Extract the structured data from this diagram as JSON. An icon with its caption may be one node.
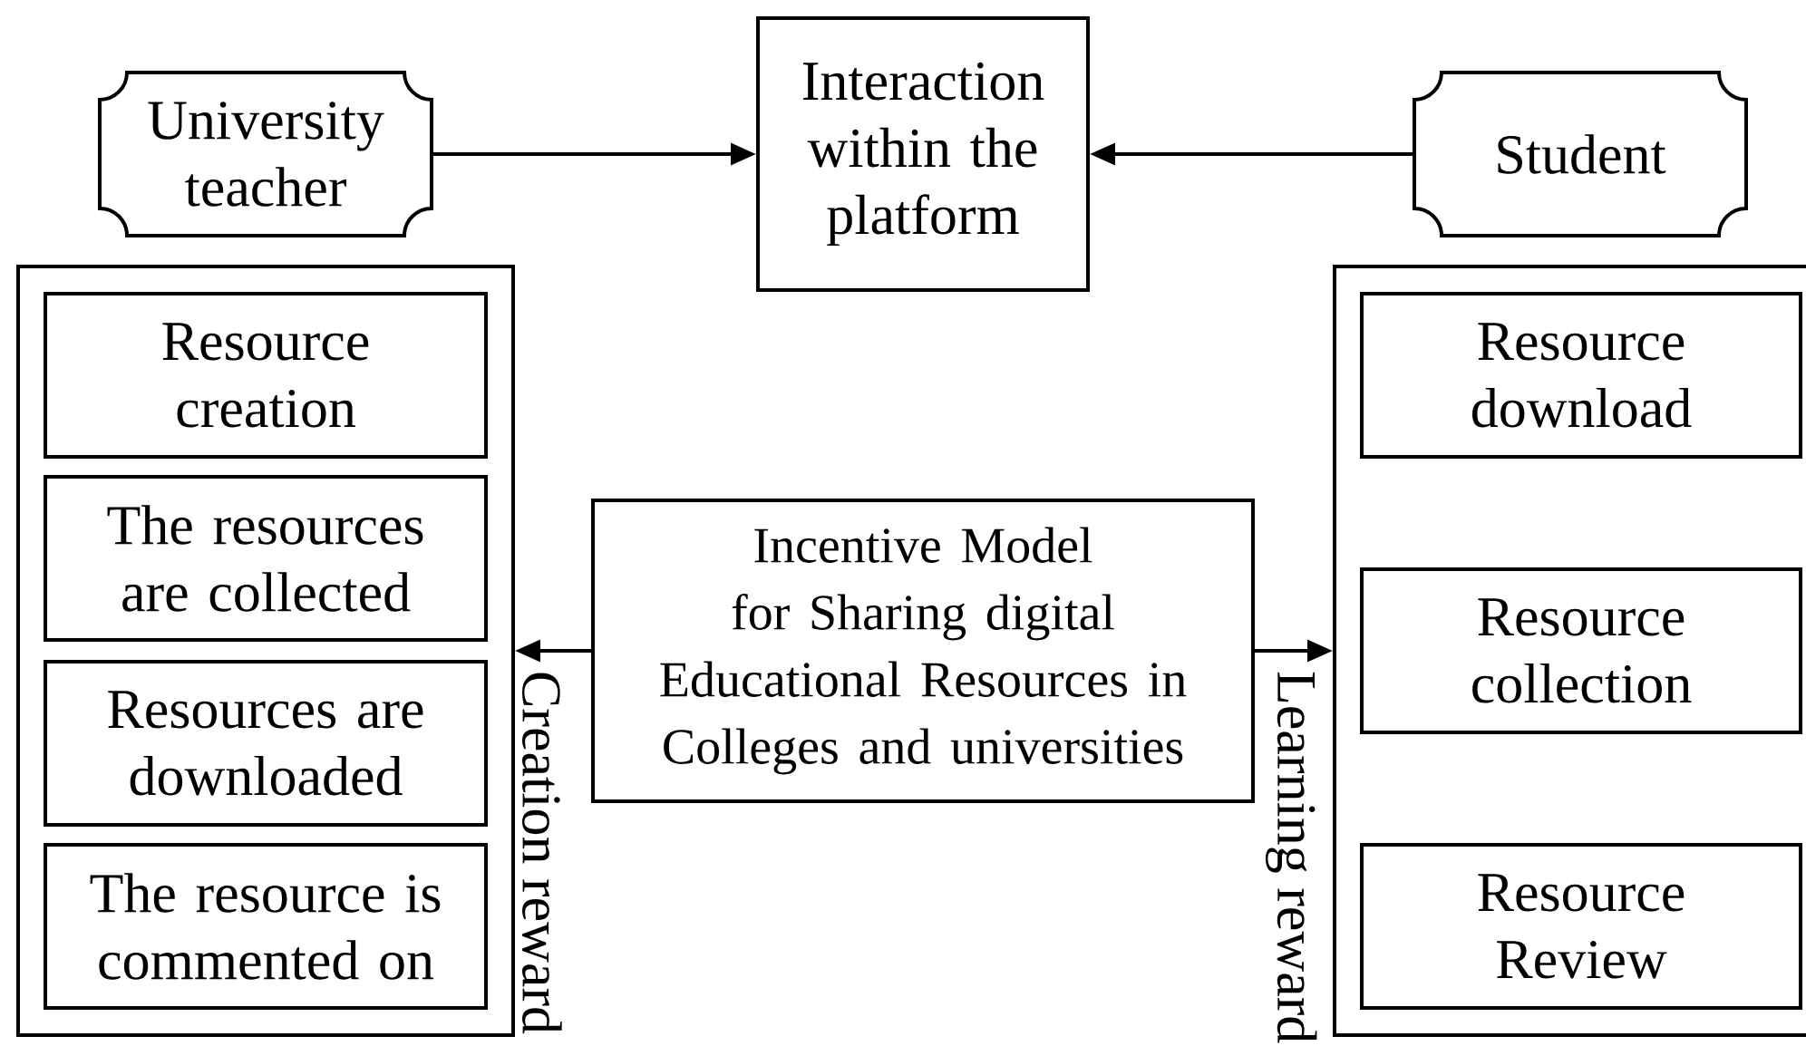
{
  "diagram": {
    "nodes": [
      {
        "text": [
          "University teacher"
        ]
      },
      {
        "text": [
          "Interaction within the platform"
        ]
      },
      {
        "text": [
          "Student"
        ]
      },
      {
        "text": [],
        "shape": "box"
      },
      {
        "text": [
          "Resource creation"
        ],
        "in": 3
      },
      {
        "text": [
          "The resources are collected"
        ],
        "in": 3
      },
      {
        "text": [
          "Resources are downloaded"
        ],
        "in": 3
      },
      {
        "text": [
          "The resource is commented on"
        ],
        "in": 3
      },
      {
        "text": [
          "Incentive Model for Sharing digital Educational Resources in Colleges and universities"
        ]
      },
      {
        "text": [],
        "shape": "box"
      },
      {
        "text": [
          "Resource download"
        ],
        "in": 9
      },
      {
        "text": [
          "Resource collection"
        ],
        "in": 9
      },
      {
        "text": [
          "Resource Review"
        ],
        "in": 9
      }
    ],
    "edges": [
      {
        "from": 0,
        "to": 1,
        "arrow": "to"
      },
      {
        "from": 2,
        "to": 1,
        "arrow": "to"
      },
      {
        "from": 8,
        "to": 3,
        "arrow": "to",
        "label": "Creation reward"
      },
      {
        "from": 8,
        "to": 9,
        "arrow": "to",
        "label": "Learning reward"
      }
    ]
  }
}
